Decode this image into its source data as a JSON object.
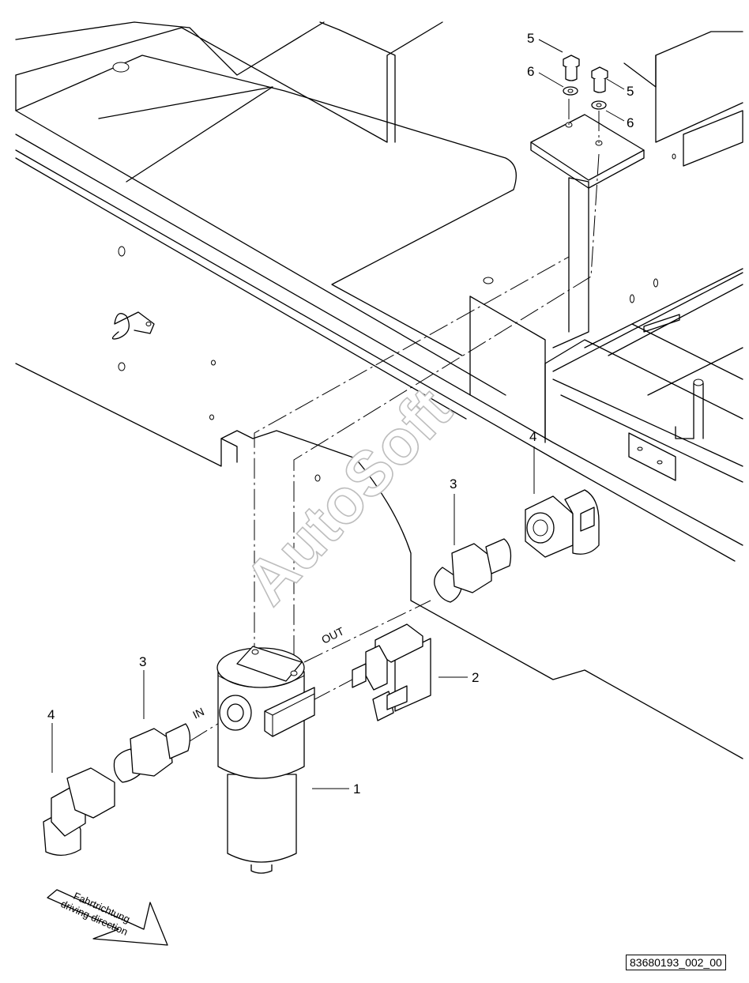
{
  "callouts": {
    "c1": "1",
    "c2": "2",
    "c3_left": "3",
    "c3_right": "3",
    "c4_left": "4",
    "c4_right": "4",
    "c5_a": "5",
    "c5_b": "5",
    "c6_a": "6",
    "c6_b": "6"
  },
  "flow_labels": {
    "in": "IN",
    "out": "OUT"
  },
  "direction_arrow": {
    "line1": "Fahrtrichtung",
    "line2": "driving direction"
  },
  "watermark": "AutoSoft",
  "drawing_number": "83680193_002_00"
}
